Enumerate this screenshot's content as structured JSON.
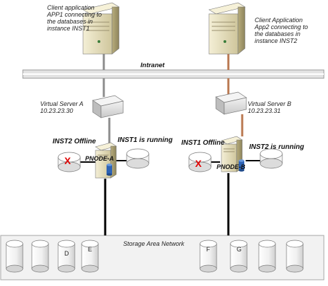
{
  "labels": {
    "client_app1": [
      "Client application",
      "APP1 connecting to",
      "the databases in",
      "instance INST1"
    ],
    "client_app2": [
      "Client Application",
      "App2 connecting to",
      "the databases in",
      "instance INST2"
    ],
    "intranet": "Intranet",
    "vs_a": [
      "Virtual Server A",
      "10.23.23.30"
    ],
    "vs_b": [
      "Virtual Server B",
      "10.23.23.31"
    ],
    "inst2_offline": "INST2 Offline",
    "inst1_running": "INST1 is running",
    "inst1_offline": "INST1 Offline",
    "inst2_running": "INST2 is running",
    "pnode_a": "PNODE-A",
    "pnode_b": "PNODE-B",
    "san": "Storage Area Network",
    "disk_d": "D",
    "disk_e": "E",
    "disk_f": "F",
    "disk_g": "G",
    "offline_mark": "X"
  },
  "colors": {
    "network_bar": "#d9d9d9",
    "left_cable": "#8c8c8c",
    "right_cable": "#b9774f",
    "offline_x": "#e00000",
    "server_body": "#e8e0b8",
    "san_box": "#f2f2f2"
  }
}
